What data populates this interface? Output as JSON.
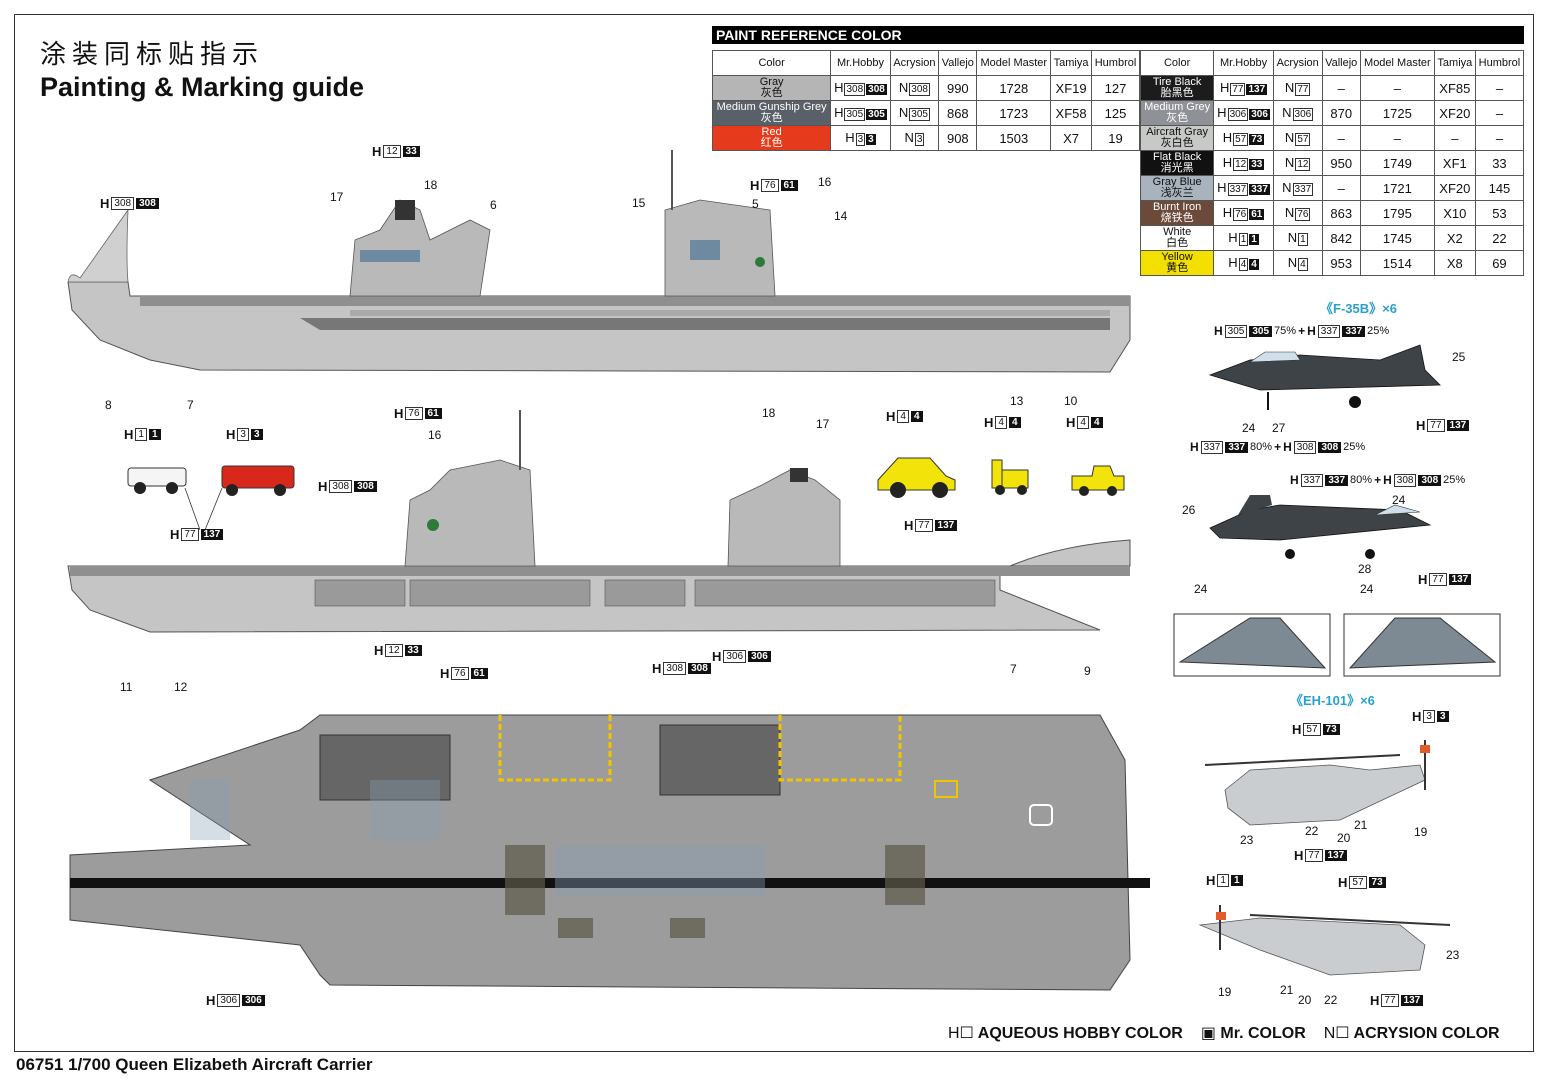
{
  "header": {
    "title_cn": "涂装同标贴指示",
    "title_en": "Painting & Marking guide"
  },
  "footer": {
    "product": "06751 1/700 Queen Elizabeth Aircraft Carrier"
  },
  "legend": {
    "h": "AQUEOUS HOBBY COLOR",
    "m": "Mr. COLOR",
    "n": "ACRYSION COLOR"
  },
  "paint_reference": {
    "heading": "PAINT  REFERENCE COLOR",
    "columns": [
      "Color",
      "Mr.Hobby",
      "Acrysion",
      "Vallejo",
      "Model Master",
      "Tamiya",
      "Humbrol"
    ],
    "left_rows": [
      {
        "name": "Gray",
        "name_cn": "灰色",
        "swatch": "#b5b5b5",
        "text": "#111",
        "h": "308",
        "m": "308",
        "n": "308",
        "vallejo": "990",
        "mm": "1728",
        "tamiya": "XF19",
        "humbrol": "127"
      },
      {
        "name": "Medium Gunship Grey",
        "name_cn": "灰色",
        "swatch": "#5a6068",
        "text": "#fff",
        "h": "305",
        "m": "305",
        "n": "305",
        "vallejo": "868",
        "mm": "1723",
        "tamiya": "XF58",
        "humbrol": "125"
      },
      {
        "name": "Red",
        "name_cn": "红色",
        "swatch": "#e53a1c",
        "text": "#fff",
        "h": "3",
        "m": "3",
        "n": "3",
        "vallejo": "908",
        "mm": "1503",
        "tamiya": "X7",
        "humbrol": "19"
      }
    ],
    "right_rows": [
      {
        "name": "Tire Black",
        "name_cn": "胎黑色",
        "swatch": "#1c1c1c",
        "text": "#fff",
        "h": "77",
        "m": "137",
        "n": "77",
        "vallejo": "–",
        "mm": "–",
        "tamiya": "XF85",
        "humbrol": "–"
      },
      {
        "name": "Medium Grey",
        "name_cn": "灰色",
        "swatch": "#8e9296",
        "text": "#fff",
        "h": "306",
        "m": "306",
        "n": "306",
        "vallejo": "870",
        "mm": "1725",
        "tamiya": "XF20",
        "humbrol": "–"
      },
      {
        "name": "Aircraft Gray",
        "name_cn": "灰白色",
        "swatch": "#c7c9c6",
        "text": "#111",
        "h": "57",
        "m": "73",
        "n": "57",
        "vallejo": "–",
        "mm": "–",
        "tamiya": "–",
        "humbrol": "–"
      },
      {
        "name": "Flat Black",
        "name_cn": "消光黑",
        "swatch": "#111111",
        "text": "#fff",
        "h": "12",
        "m": "33",
        "n": "12",
        "vallejo": "950",
        "mm": "1749",
        "tamiya": "XF1",
        "humbrol": "33"
      },
      {
        "name": "Gray Blue",
        "name_cn": "浅灰兰",
        "swatch": "#a9b3bd",
        "text": "#111",
        "h": "337",
        "m": "337",
        "n": "337",
        "vallejo": "–",
        "mm": "1721",
        "tamiya": "XF20",
        "humbrol": "145"
      },
      {
        "name": "Burnt Iron",
        "name_cn": "烧铁色",
        "swatch": "#6c4a3a",
        "text": "#fff",
        "h": "76",
        "m": "61",
        "n": "76",
        "vallejo": "863",
        "mm": "1795",
        "tamiya": "X10",
        "humbrol": "53"
      },
      {
        "name": "White",
        "name_cn": "白色",
        "swatch": "#ffffff",
        "text": "#111",
        "h": "1",
        "m": "1",
        "n": "1",
        "vallejo": "842",
        "mm": "1745",
        "tamiya": "X2",
        "humbrol": "22"
      },
      {
        "name": "Yellow",
        "name_cn": "黄色",
        "swatch": "#f3e000",
        "text": "#111",
        "h": "4",
        "m": "4",
        "n": "4",
        "vallejo": "953",
        "mm": "1514",
        "tamiya": "X8",
        "humbrol": "69"
      }
    ]
  },
  "aircraft": {
    "f35_title": "《F-35B》×6",
    "eh101_title": "《EH-101》×6",
    "f35_top_mix": {
      "a": "305",
      "a_pct": "75%",
      "b": "337",
      "b_pct": "25%"
    },
    "f35_bottom_mix": {
      "a": "337",
      "a_pct": "80%",
      "b": "308",
      "b_pct": "25%"
    }
  },
  "callouts": {
    "side_top": [
      "8",
      "7",
      "17",
      "18",
      "6",
      "15",
      "5",
      "16",
      "14",
      "13",
      "10"
    ],
    "side_bottom": [
      "11",
      "12",
      "16",
      "18",
      "17",
      "7",
      "9"
    ],
    "f35": [
      "25",
      "24",
      "27",
      "26",
      "24",
      "28",
      "24",
      "24"
    ],
    "eh101": [
      "23",
      "22",
      "20",
      "21",
      "19",
      "19",
      "21",
      "20",
      "22",
      "23"
    ]
  },
  "colors": {
    "hull": "#bfbfbf",
    "hull_dark": "#8a8a8a",
    "deck": "#9b9b9b",
    "yellow_vehicle": "#f2e30a",
    "red_vehicle": "#d8281c",
    "accent_blue": "#2aa0d0"
  }
}
